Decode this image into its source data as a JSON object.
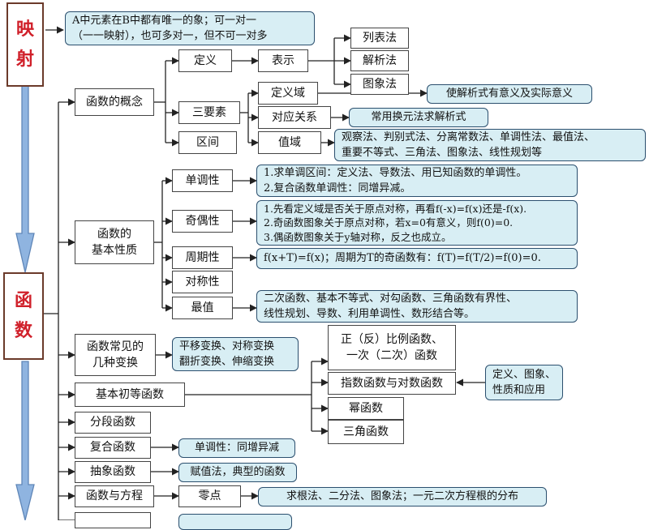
{
  "colors": {
    "arrow": "#222222",
    "big_arrow": "#8fb4e0",
    "note_fill": "#d8eef4",
    "note_border": "#2b4f6e",
    "title_text": "#d0202a"
  },
  "mapping": {
    "title": [
      "映",
      "射"
    ],
    "definition": [
      "A中元素在B中都有唯一的象；可一对一",
      "（一一映射），也可多对一，但不可一对多"
    ]
  },
  "function": {
    "title": [
      "函",
      "数"
    ]
  },
  "concept": {
    "label": "函数的概念",
    "definition": {
      "label": "定义",
      "representation": "表示",
      "methods": [
        "列表法",
        "解析法",
        "图象法"
      ]
    },
    "three_elements": {
      "label": "三要素",
      "domain": "定义域",
      "domain_note": "使解析式有意义及实际意义",
      "correspondence": "对应关系",
      "correspondence_note": "常用换元法求解析式",
      "range": "值域",
      "range_note": [
        "观察法、判别式法、分离常数法、单调性法、最值法、",
        "重要不等式、三角法、图象法、线性规划等"
      ]
    },
    "interval": "区间"
  },
  "properties": {
    "label": [
      "函数的",
      "基本性质"
    ],
    "monotonicity": {
      "label": "单调性",
      "note": [
        "1.求单调区间：定义法、导数法、用已知函数的单调性。",
        "2.复合函数单调性：同增异减。"
      ]
    },
    "parity": {
      "label": "奇偶性",
      "note": [
        "1.先看定义域是否关于原点对称，再看f(-x)=f(x)还是-f(x).",
        "2.奇函数图象关于原点对称，若x=0有意义，则f(0)=0.",
        "3.偶函数图象关于y轴对称，反之也成立。"
      ]
    },
    "period": {
      "label": "周期性",
      "note": "f(x+T)=f(x)；周期为T的奇函数有：f(T)=f(T/2)=f(0)=0."
    },
    "symmetry": {
      "label": "对称性"
    },
    "extremum": {
      "label": "最值",
      "note": [
        "二次函数、基本不等式、对勾函数、三角函数有界性、",
        "线性规划、导数、利用单调性、数形结合等。"
      ]
    }
  },
  "transforms": {
    "label": [
      "函数常见的",
      "几种变换"
    ],
    "note": [
      "平移变换、对称变换",
      "翻折变换、伸缩变换"
    ]
  },
  "elementary": {
    "label": "基本初等函数",
    "items": [
      [
        "正（反）比例函数、",
        "一次（二次）函数"
      ],
      [
        "指数函数与对数函数"
      ],
      [
        "幂函数"
      ],
      [
        "三角函数"
      ]
    ],
    "aspects": [
      "定义、图象、",
      "性质和应用"
    ]
  },
  "piecewise": {
    "label": "分段函数"
  },
  "composite": {
    "label": "复合函数",
    "note": "单调性：同增异减"
  },
  "abstract": {
    "label": "抽象函数",
    "note": "赋值法，典型的函数"
  },
  "equations": {
    "label": "函数与方程",
    "zero": "零点",
    "note": "求根法、二分法、图象法；一元二次方程根的分布"
  }
}
